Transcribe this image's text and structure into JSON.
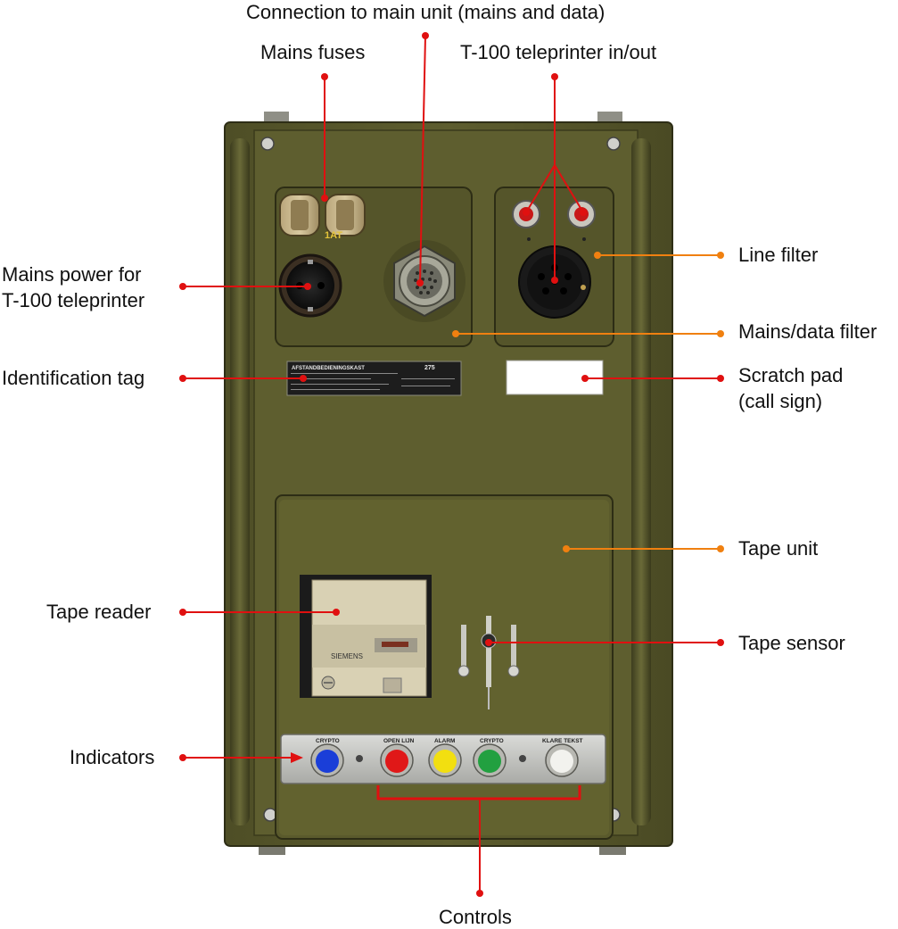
{
  "labels": {
    "connection": "Connection to main unit (mains and data)",
    "mains_fuses": "Mains fuses",
    "teleprinter_io": "T-100 teleprinter in/out",
    "mains_power_1": "Mains power for",
    "mains_power_2": "T-100 teleprinter",
    "line_filter": "Line filter",
    "mains_data_filter": "Mains/data filter",
    "identification_tag": "Identification tag",
    "scratch_pad_1": "Scratch pad",
    "scratch_pad_2": "(call sign)",
    "tape_unit": "Tape unit",
    "tape_reader": "Tape reader",
    "tape_sensor": "Tape sensor",
    "indicators": "Indicators",
    "controls": "Controls"
  },
  "device_text": {
    "fuse_rating": "1AT",
    "tag_title": "AFSTANDBEDIENINGSKAST",
    "tag_number": "275",
    "tape_reader_brand": "SIEMENS",
    "indicator_crypto": "CRYPTO",
    "button_open_lijn": "OPEN LIJN",
    "button_alarm": "ALARM",
    "button_crypto": "CRYPTO",
    "button_klare_tekst": "KLARE TEKST"
  },
  "colors": {
    "red_pointer": "#e01010",
    "orange_pointer": "#f08010",
    "case_olive": "#5a5a2c",
    "indicator_blue": "#1a3ed8",
    "button_red": "#e01818",
    "button_yellow": "#f2df10",
    "button_green": "#22a040",
    "button_white": "#f2f2ee"
  }
}
